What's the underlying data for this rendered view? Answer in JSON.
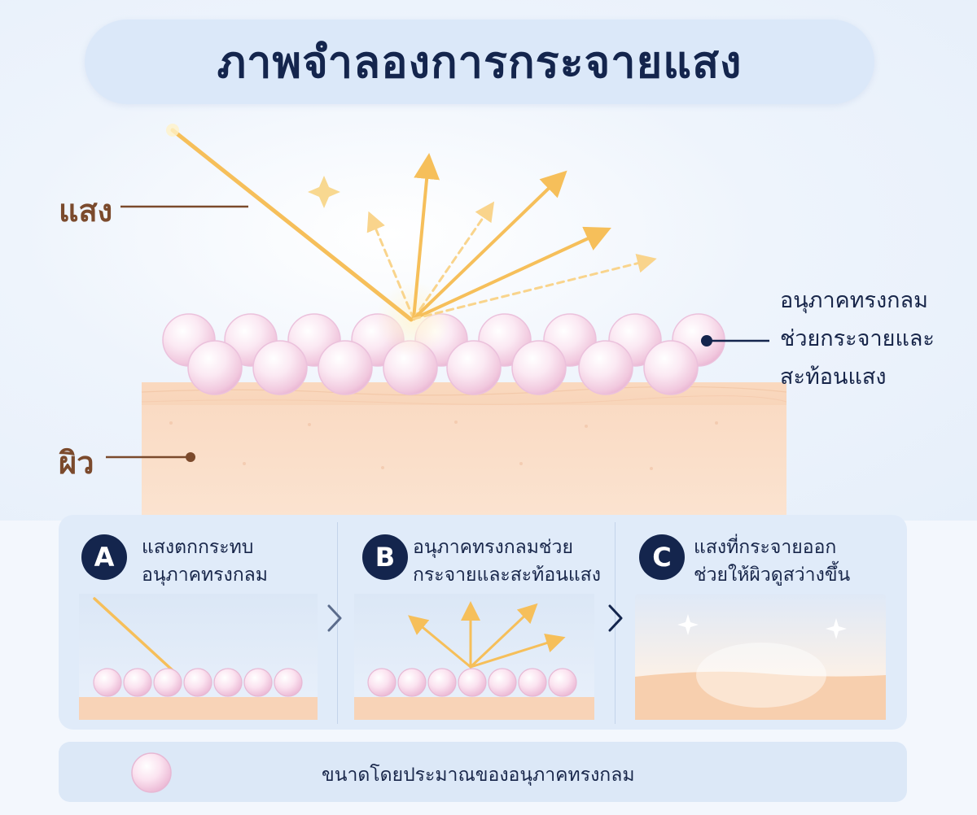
{
  "title": "ภาพจำลองการกระจายแสง",
  "labels": {
    "light": "แสง",
    "skin": "ผิว",
    "particles_lines": [
      "อนุภาคทรงกลม",
      "ช่วยกระจายและ",
      "สะท้อนแสง"
    ]
  },
  "steps": [
    {
      "badge": "A",
      "lines": [
        "แสงตกกระทบ",
        "อนุภาคทรงกลม"
      ]
    },
    {
      "badge": "B",
      "lines": [
        "อนุภาคทรงกลมช่วย",
        "กระจายและสะท้อนแสง"
      ]
    },
    {
      "badge": "C",
      "lines": [
        "แสงที่กระจายออก",
        "ช่วยให้ผิวดูสว่างขึ้น"
      ]
    }
  ],
  "legend": {
    "text": "ขนาดโดยประมาณของอนุภาคทรงกลม"
  },
  "colors": {
    "title_text": "#14254d",
    "label_brown": "#7b4a2c",
    "light_ray": "#f6bf5a",
    "skin": "#f7d3b6",
    "particle": "#f6cfe4"
  }
}
